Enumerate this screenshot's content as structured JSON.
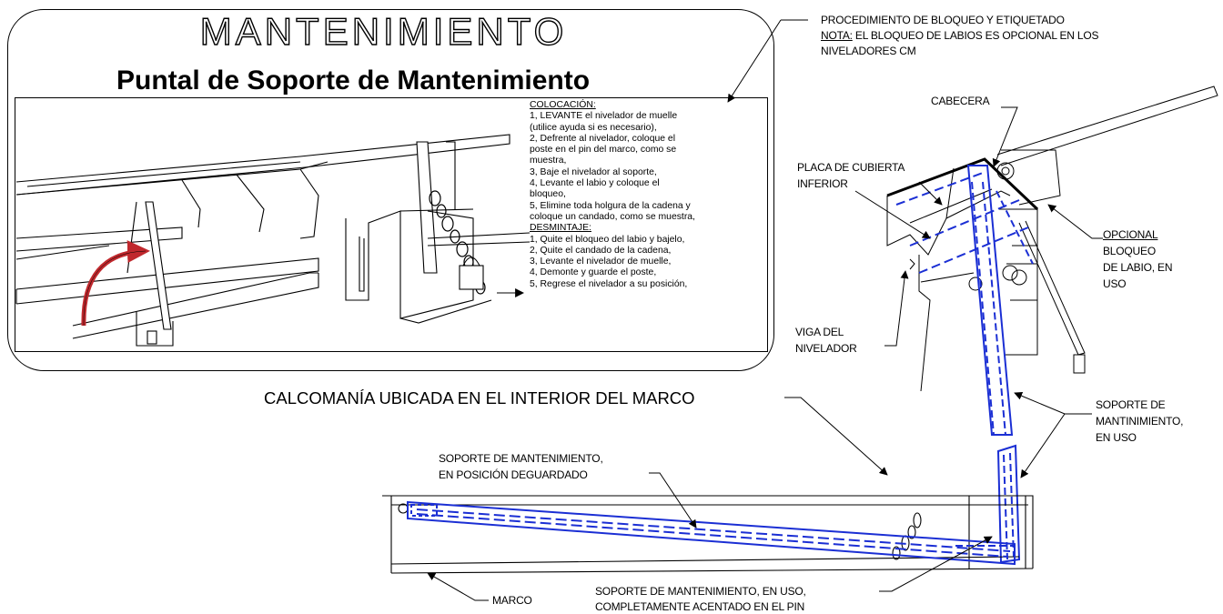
{
  "decal": {
    "title": "MANTENIMIENTO",
    "subtitle": "Puntal de Soporte de Mantenimiento",
    "placement_heading": "COLOCACIÓN:",
    "placement_steps": [
      "1, LEVANTE el nivelador de muelle",
      "(utilice ayuda si es necesario),",
      "2, Defrente al nivelador, coloque el",
      "poste en el pin del marco, como se",
      "muestra,",
      "3, Baje el nivelador al soporte,",
      "4, Levante el labio y coloque el",
      "bloqueo,",
      "5, Elimine toda holgura de la cadena y",
      "coloque un candado, como se muestra,"
    ],
    "removal_heading": "DESMINTAJE:",
    "removal_steps": [
      "1, Quite el bloqueo del labio y bajelo,",
      "2, Quite el candado de la cadena,",
      "3, Levante el nivelador de muelle,",
      "4, Demonte y guarde el poste,",
      "5, Regrese el nivelador a su posición,"
    ]
  },
  "labels": {
    "lockout_line1": "PROCEDIMIENTO DE BLOQUEO Y ETIQUETADO",
    "lockout_note_prefix": "NOTA:",
    "lockout_line2_rest": " EL BLOQUEO DE LABIOS ES OPCIONAL EN LOS",
    "lockout_line3": "NIVELADORES CM",
    "cabecera": "CABECERA",
    "placa_line1": "PLACA DE CUBIERTA",
    "placa_line2": "INFERIOR",
    "opcional": "OPCIONAL",
    "bloqueo_line1": "BLOQUEO",
    "bloqueo_line2": "DE LABIO, EN",
    "bloqueo_line3": "USO",
    "viga_line1": "VIGA DEL",
    "viga_line2": "NIVELADOR",
    "soporte_uso_line1": "SOPORTE DE",
    "soporte_uso_line2": "MANTINIMIENTO,",
    "soporte_uso_line3": "EN USO",
    "calcomania": "CALCOMANÍA UBICADA EN EL INTERIOR DEL MARCO",
    "guardado_line1": "SOPORTE DE MANTENIMIENTO,",
    "guardado_line2": "EN POSICIÓN DEGUARDADO",
    "marco": "MARCO",
    "asentado_line1": "SOPORTE DE MANTENIMIENTO, EN USO,",
    "asentado_line2": "COMPLETAMENTE ACENTADO EN EL PIN"
  },
  "colors": {
    "support_blue": "#1b2fd4",
    "arrow_red": "#c0282d",
    "line_black": "#000000"
  }
}
